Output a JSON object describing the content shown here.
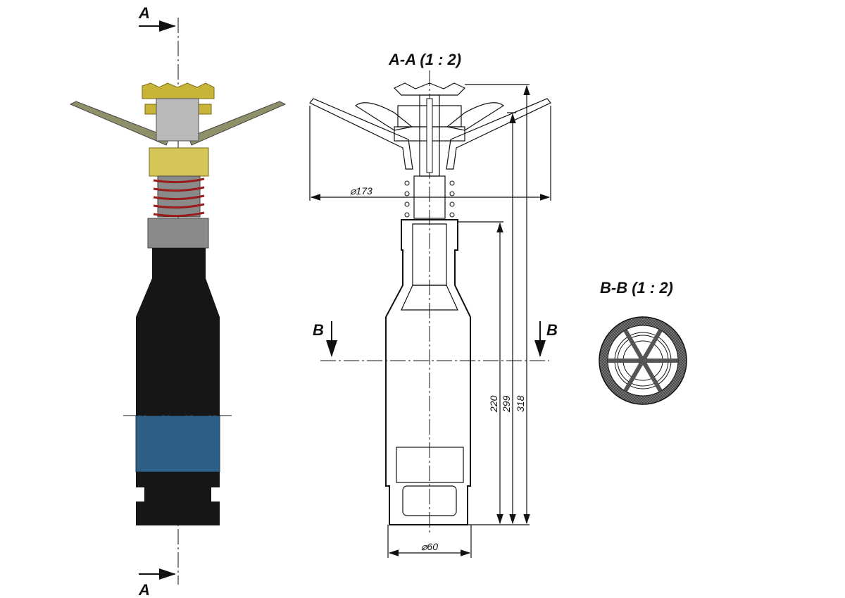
{
  "labels": {
    "section_a_top": "A",
    "section_a_bottom": "A",
    "section_aa_title": "A-A  (1 : 2)",
    "section_bb_title": "B-B  (1 : 2)",
    "section_b_left": "B",
    "section_b_right": "B"
  },
  "dimensions": {
    "top_diameter": "⌀173",
    "base_diameter": "⌀60",
    "height_220": "220",
    "height_299": "299",
    "height_318": "318"
  },
  "colors": {
    "gold": "#c9b43a",
    "spring": "#9b1c1c",
    "steel": "#8a8a8a",
    "body_black": "#161616",
    "band_blue": "#2e5f86"
  }
}
